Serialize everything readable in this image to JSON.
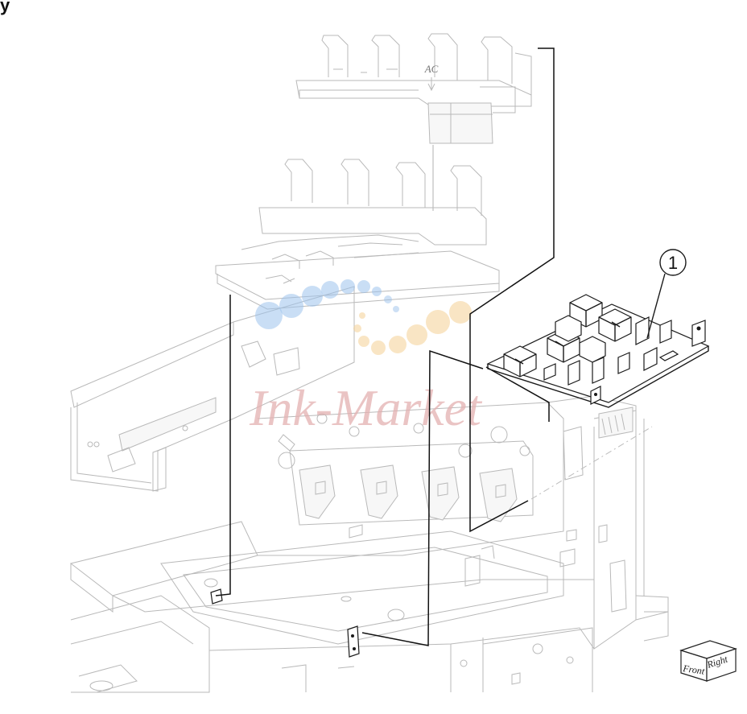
{
  "header": {
    "text": "y"
  },
  "labels": {
    "ac": "AC",
    "callout_1": "1"
  },
  "watermark": {
    "text": "Ink-Market",
    "dot_colors": [
      "#9cc2ec",
      "#f4cf93"
    ]
  },
  "direction_box": {
    "front": "Front",
    "right": "Right"
  },
  "colors": {
    "ghost_line": "#b9b9b9",
    "highlight_line": "#1a1a1a",
    "watermark_text": "#e4b1b1"
  }
}
